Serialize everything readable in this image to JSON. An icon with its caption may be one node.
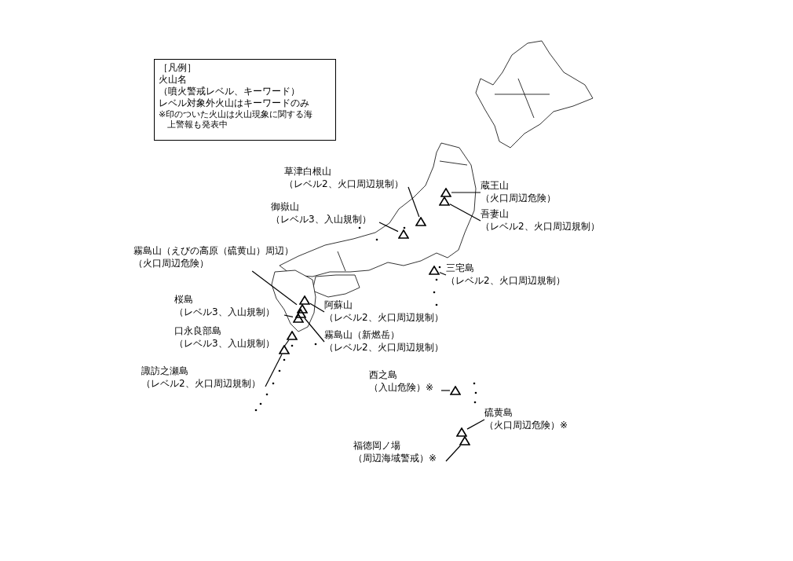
{
  "diagram": {
    "nodes": [
      {
        "text": [
          "［凡例］",
          "火山名",
          "（噴火警戒レベル、キーワード）",
          "レベル対象外火山はキーワードのみ",
          "※印のついた火山は火山現象に関する海上警報も発表中"
        ]
      },
      {
        "text": [
          "草津白根山",
          "（レベル2、火口周辺規制）"
        ]
      },
      {
        "text": [],
        "shape": "triangle"
      },
      {
        "text": [
          "蔵王山",
          "（火口周辺危険）"
        ]
      },
      {
        "text": [],
        "shape": "triangle"
      },
      {
        "text": [
          "御嶽山",
          "（レベル3、入山規制）"
        ]
      },
      {
        "text": [],
        "shape": "triangle"
      },
      {
        "text": [
          "吾妻山",
          "（レベル2、火口周辺規制）"
        ]
      },
      {
        "text": [],
        "shape": "triangle"
      },
      {
        "text": [
          "霧島山（えびの高原（硫黄山）周辺）",
          "（火口周辺危険）"
        ]
      },
      {
        "text": [],
        "shape": "triangle"
      },
      {
        "text": [
          "三宅島",
          "（レベル2、火口周辺規制）"
        ]
      },
      {
        "text": [],
        "shape": "triangle"
      },
      {
        "text": [
          "桜島",
          "（レベル3、入山規制）"
        ]
      },
      {
        "text": [],
        "shape": "triangle"
      },
      {
        "text": [
          "阿蘇山",
          "（レベル2、火口周辺規制）"
        ]
      },
      {
        "text": [],
        "shape": "triangle"
      },
      {
        "text": [
          "口永良部島",
          "（レベル3、入山規制）"
        ]
      },
      {
        "text": [],
        "shape": "triangle"
      },
      {
        "text": [
          "霧島山（新燃岳）",
          "（レベル2、火口周辺規制）"
        ]
      },
      {
        "text": [],
        "shape": "triangle"
      },
      {
        "text": [
          "諏訪之瀬島",
          "（レベル2、火口周辺規制）"
        ]
      },
      {
        "text": [],
        "shape": "triangle"
      },
      {
        "text": [
          "西之島",
          "（入山危険）※"
        ]
      },
      {
        "text": [],
        "shape": "triangle"
      },
      {
        "text": [
          "硫黄島",
          "（火口周辺危険）※"
        ]
      },
      {
        "text": [],
        "shape": "triangle"
      },
      {
        "text": [
          "福徳岡ノ場",
          "（周辺海域警戒）※"
        ]
      },
      {
        "text": [],
        "shape": "triangle"
      }
    ],
    "edges": [
      {
        "from": 1,
        "to": 2,
        "arrow": "none"
      },
      {
        "from": 3,
        "to": 4,
        "arrow": "none"
      },
      {
        "from": 5,
        "to": 6,
        "arrow": "none"
      },
      {
        "from": 7,
        "to": 8,
        "arrow": "none"
      },
      {
        "from": 9,
        "to": 10,
        "arrow": "none"
      },
      {
        "from": 11,
        "to": 12,
        "arrow": "none"
      },
      {
        "from": 13,
        "to": 14,
        "arrow": "none"
      },
      {
        "from": 15,
        "to": 16,
        "arrow": "none"
      },
      {
        "from": 17,
        "to": 18,
        "arrow": "none"
      },
      {
        "from": 19,
        "to": 20,
        "arrow": "none"
      },
      {
        "from": 21,
        "to": 22,
        "arrow": "none"
      },
      {
        "from": 23,
        "to": 24,
        "arrow": "none"
      },
      {
        "from": 25,
        "to": 26,
        "arrow": "none"
      },
      {
        "from": 27,
        "to": 28,
        "arrow": "none"
      }
    ]
  }
}
